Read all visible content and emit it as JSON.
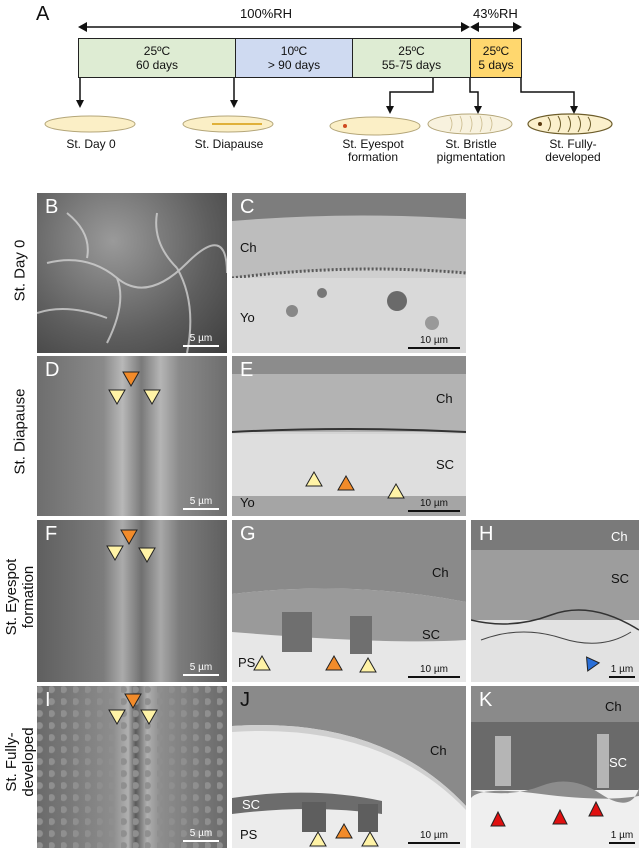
{
  "panel_A": {
    "letter": "A",
    "rh_left": "100%RH",
    "rh_right": "43%RH",
    "phases": [
      {
        "temp": "25ºC",
        "duration": "60 days",
        "color": "#deecd3"
      },
      {
        "temp": "10ºC",
        "duration": "> 90 days",
        "color": "#cfdaf1"
      },
      {
        "temp": "25ºC",
        "duration": "55-75 days",
        "color": "#deecd3"
      },
      {
        "temp": "25ºC",
        "duration": "5 days",
        "color": "#ffd76e"
      }
    ],
    "stages": [
      {
        "line1": "St. Day 0",
        "line2": ""
      },
      {
        "line1": "St. Diapause",
        "line2": ""
      },
      {
        "line1": "St. Eyespot",
        "line2": "formation"
      },
      {
        "line1": "St. Bristle",
        "line2": "pigmentation"
      },
      {
        "line1": "St. Fully-",
        "line2": "developed"
      }
    ]
  },
  "rows": [
    {
      "line1": "St. Day 0",
      "line2": ""
    },
    {
      "line1": "St. Diapause",
      "line2": ""
    },
    {
      "line1": "St. Eyespot",
      "line2": "formation"
    },
    {
      "line1": "St. Fully-",
      "line2": "developed"
    }
  ],
  "panels": {
    "B": {
      "letter": "B",
      "scale": "5 µm"
    },
    "C": {
      "letter": "C",
      "scale": "10 µm",
      "labels": [
        "Ch",
        "Yo"
      ]
    },
    "D": {
      "letter": "D",
      "scale": "5 µm"
    },
    "E": {
      "letter": "E",
      "scale": "10 µm",
      "labels": [
        "Ch",
        "SC",
        "Yo"
      ]
    },
    "F": {
      "letter": "F",
      "scale": "5 µm"
    },
    "G": {
      "letter": "G",
      "scale": "10 µm",
      "labels": [
        "Ch",
        "SC",
        "PS"
      ]
    },
    "H": {
      "letter": "H",
      "scale": "1 µm",
      "labels": [
        "Ch",
        "SC"
      ]
    },
    "I": {
      "letter": "I",
      "scale": "5 µm"
    },
    "J": {
      "letter": "J",
      "scale": "10 µm",
      "labels": [
        "Ch",
        "SC",
        "PS"
      ]
    },
    "K": {
      "letter": "K",
      "scale": "1 µm",
      "labels": [
        "Ch",
        "SC"
      ]
    }
  },
  "colors": {
    "arrow_yellow": "#fff3a6",
    "arrow_orange": "#f28b2a",
    "arrow_blue": "#2a6fd8",
    "arrow_red": "#e01010"
  }
}
